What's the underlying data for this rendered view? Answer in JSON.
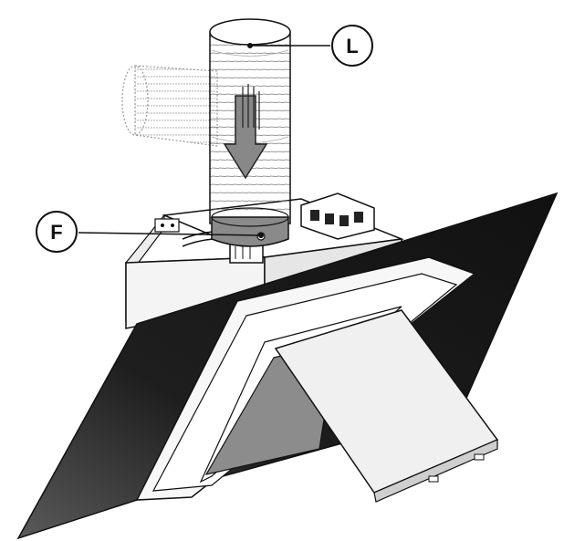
{
  "diagram": {
    "callouts": [
      {
        "id": "L",
        "label": "L"
      },
      {
        "id": "F",
        "label": "F"
      }
    ],
    "colors": {
      "panel": "#1a1a1a",
      "line": "#111111",
      "band": "#8a8a8a",
      "glass": "#8c8c8c",
      "background": "#ffffff"
    }
  }
}
